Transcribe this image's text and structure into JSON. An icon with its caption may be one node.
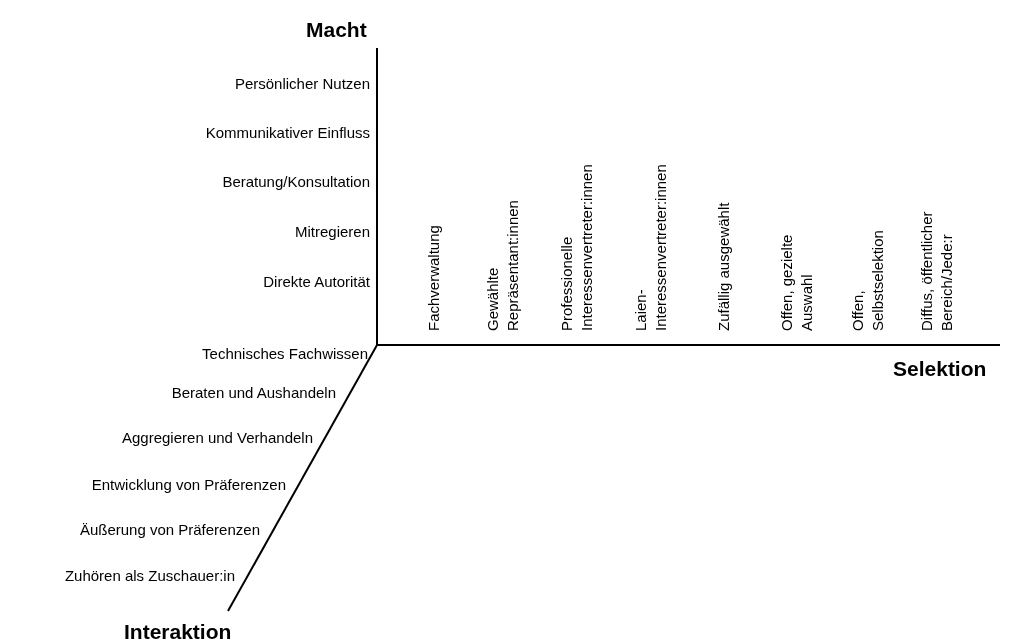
{
  "diagram": {
    "labels": [
      "Macht",
      "Persönlicher Nutzen",
      "Kommunikativer Einfluss",
      "Beratung/Konsultation",
      "Mitregieren",
      "Direkte Autorität",
      "Fachverwaltung",
      "Gewählte Repräsentant:innen",
      "Professionelle Interessenvertreter:innen",
      "Laien- Interessenvertreter:innen",
      "Zufällig ausgewählt",
      "Offen, gezielte Auswahl",
      "Offen, Selbstselektion",
      "Diffus, öffentlicher Bereich/Jede:r",
      "Selektion",
      "Technisches Fachwissen",
      "Beraten und Aushandeln",
      "Aggregieren und Verhandeln",
      "Entwicklung von Präferenzen",
      "Äußerung von Präferenzen",
      "Zuhören als Zuschauer:in",
      "Interaktion"
    ]
  }
}
